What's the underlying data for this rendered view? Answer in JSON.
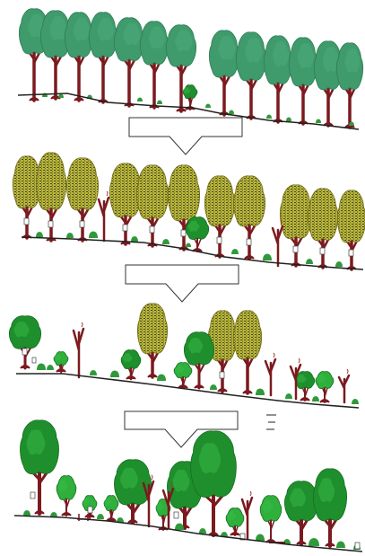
{
  "colors": {
    "background": "#ffffff",
    "trunk": "#7b1a1f",
    "ground_line": "#222222",
    "arrow_fill": "#ffffff",
    "arrow_stroke": "#333333",
    "canopy_mature": "#3f9a6c",
    "canopy_mature_dark": "#2f7d55",
    "canopy_yellow": "#b8b63c",
    "canopy_yellow_pattern": "#4a4a18",
    "canopy_young": "#1e8f2c",
    "canopy_young_light": "#2fb03c",
    "shrub": "#2f9a3a",
    "marker_stroke": "#444444"
  },
  "stages": [
    {
      "name": "stage-1-mature-forest",
      "description_icon": "tree-icon"
    },
    {
      "name": "stage-2-dying-canopy",
      "description_icon": "tree-icon"
    },
    {
      "name": "stage-3-canopy-loss",
      "description_icon": "tree-icon"
    },
    {
      "name": "stage-4-regeneration",
      "description_icon": "tree-icon"
    }
  ],
  "arrows": [
    {
      "name": "arrow-stage-1-to-2",
      "icon": "down-arrow-icon"
    },
    {
      "name": "arrow-stage-2-to-3",
      "icon": "down-arrow-icon"
    },
    {
      "name": "arrow-stage-3-to-4",
      "icon": "down-arrow-icon"
    }
  ]
}
